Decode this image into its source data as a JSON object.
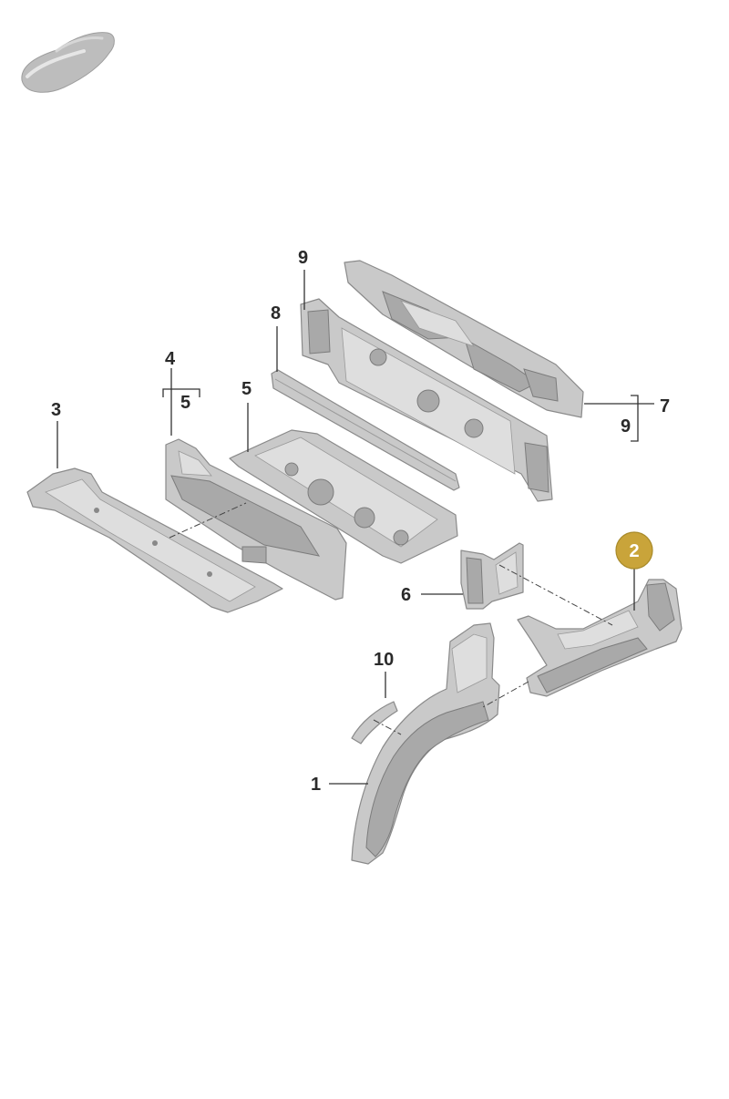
{
  "callouts": {
    "c1": "1",
    "c2": "2",
    "c3": "3",
    "c4": "4",
    "c4_sub": "5",
    "c5": "5",
    "c6": "6",
    "c7": "7",
    "c7_sub": "9",
    "c8": "8",
    "c9": "9",
    "c10": "10"
  },
  "highlight": {
    "part": "2",
    "badge_color": "#c9a43a"
  },
  "icons": {
    "vehicle_thumbnail": "car-silhouette-icon"
  }
}
